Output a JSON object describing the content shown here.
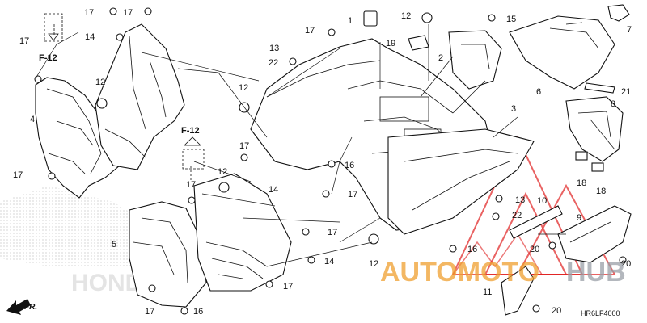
{
  "diagram": {
    "drawing_code": "HR6LF4000",
    "front_arrow_label": "FR.",
    "reference_tags": [
      "F-12",
      "F-12"
    ],
    "callouts": [
      "1",
      "2",
      "3",
      "4",
      "5",
      "6",
      "7",
      "8",
      "9",
      "10",
      "11",
      "12",
      "13",
      "14",
      "15",
      "16",
      "17",
      "18",
      "19",
      "20",
      "21",
      "22"
    ],
    "watermark": {
      "word_a": "AUTOMOTO",
      "word_b": "HUB",
      "accent": "#e02020",
      "orange": "#f0a030",
      "grey": "#9aa0a8"
    },
    "background_mark": "HONDA"
  }
}
